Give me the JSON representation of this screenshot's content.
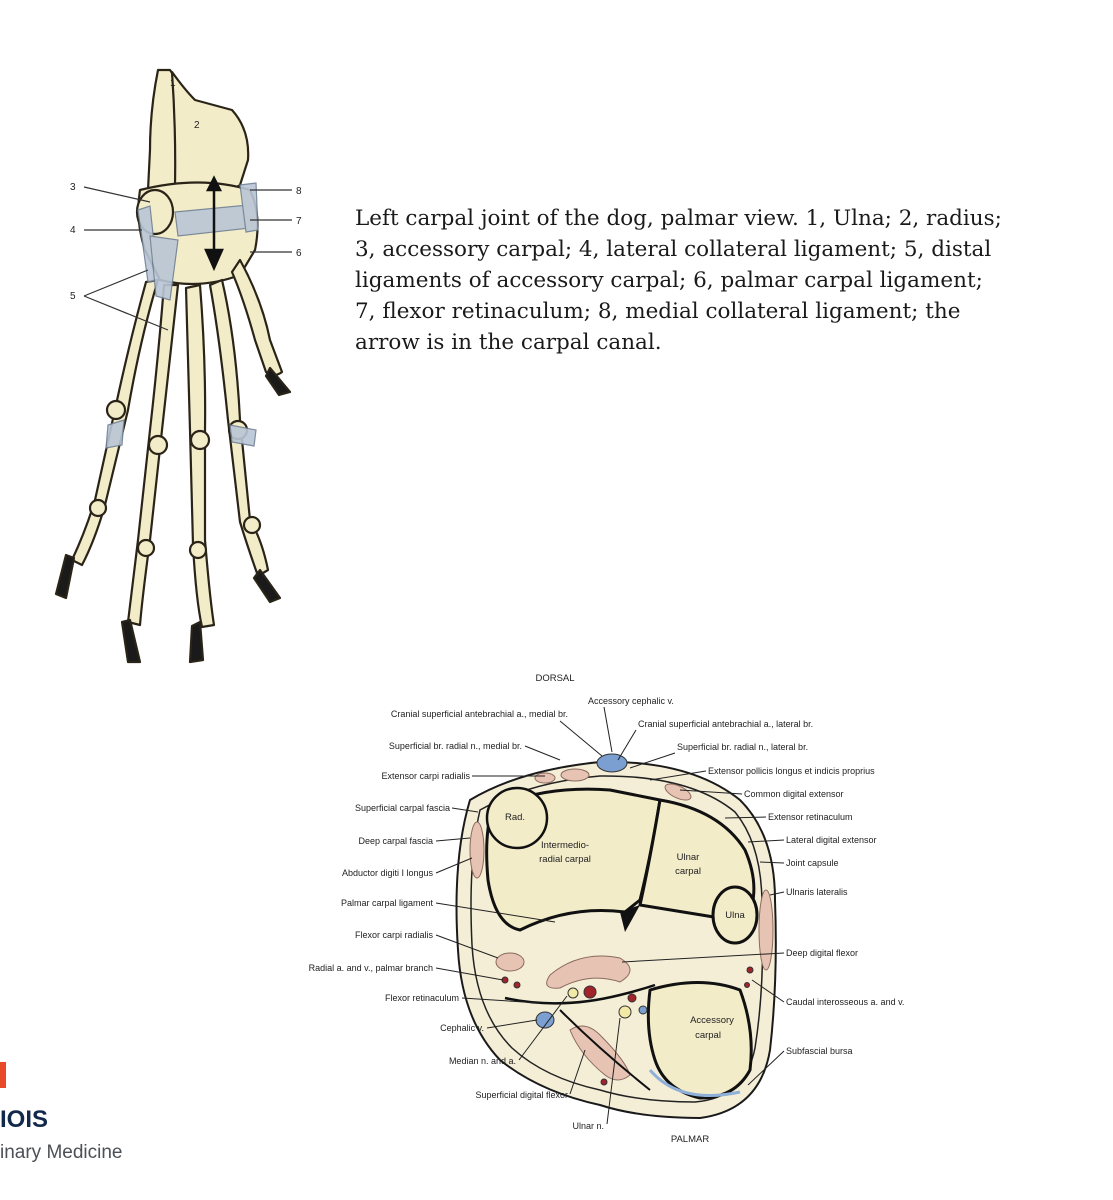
{
  "caption": "Left carpal joint of the dog, palmar view. 1, Ulna; 2, radius; 3, accessory carpal; 4, lateral collateral ligament; 5, distal ligaments of accessory carpal; 6, palmar carpal ligament; 7, flexor retinaculum; 8, medial collateral ligament; the arrow is in the carpal canal.",
  "paw_labels": {
    "n1": "1",
    "n2": "2",
    "n3": "3",
    "n4": "4",
    "n5": "5",
    "n6": "6",
    "n7": "7",
    "n8": "8"
  },
  "section": {
    "dorsal": "DORSAL",
    "palmar": "PALMAR",
    "bones": {
      "rad": "Rad.",
      "intermedio_1": "Intermedio-",
      "intermedio_2": "radial carpal",
      "ulnar_carpal_1": "Ulnar",
      "ulnar_carpal_2": "carpal",
      "ulna": "Ulna",
      "accessory_1": "Accessory",
      "accessory_2": "carpal"
    },
    "left_labels": [
      "Cranial superficial antebrachial a., medial br.",
      "Superficial br. radial n., medial br.",
      "Extensor carpi radialis",
      "Superficial carpal fascia",
      "Deep carpal fascia",
      "Abductor digiti I longus",
      "Palmar carpal ligament",
      "Flexor carpi radialis",
      "Radial a. and v., palmar branch",
      "Flexor retinaculum",
      "Cephalic v.",
      "Median n. and a.",
      "Superficial digital flexor",
      "Ulnar n."
    ],
    "top_labels": [
      "Accessory cephalic v.",
      "Cranial superficial antebrachial a., lateral br.",
      "Superficial br. radial n., lateral br."
    ],
    "right_labels": [
      "Extensor pollicis longus et indicis proprius",
      "Common digital extensor",
      "Extensor retinaculum",
      "Lateral digital extensor",
      "Joint capsule",
      "Ulnaris lateralis",
      "Deep digital flexor",
      "Caudal interosseous a. and v.",
      "Subfascial bursa"
    ]
  },
  "logo": {
    "word": "IOIS",
    "unit": "inary Medicine"
  },
  "colors": {
    "bone": "#f3ecc9",
    "muscle": "#e6c3b3",
    "vein": "#7a9fd0",
    "artery": "#a3232b",
    "brand_orange": "#e84a27",
    "brand_blue": "#13294b"
  }
}
